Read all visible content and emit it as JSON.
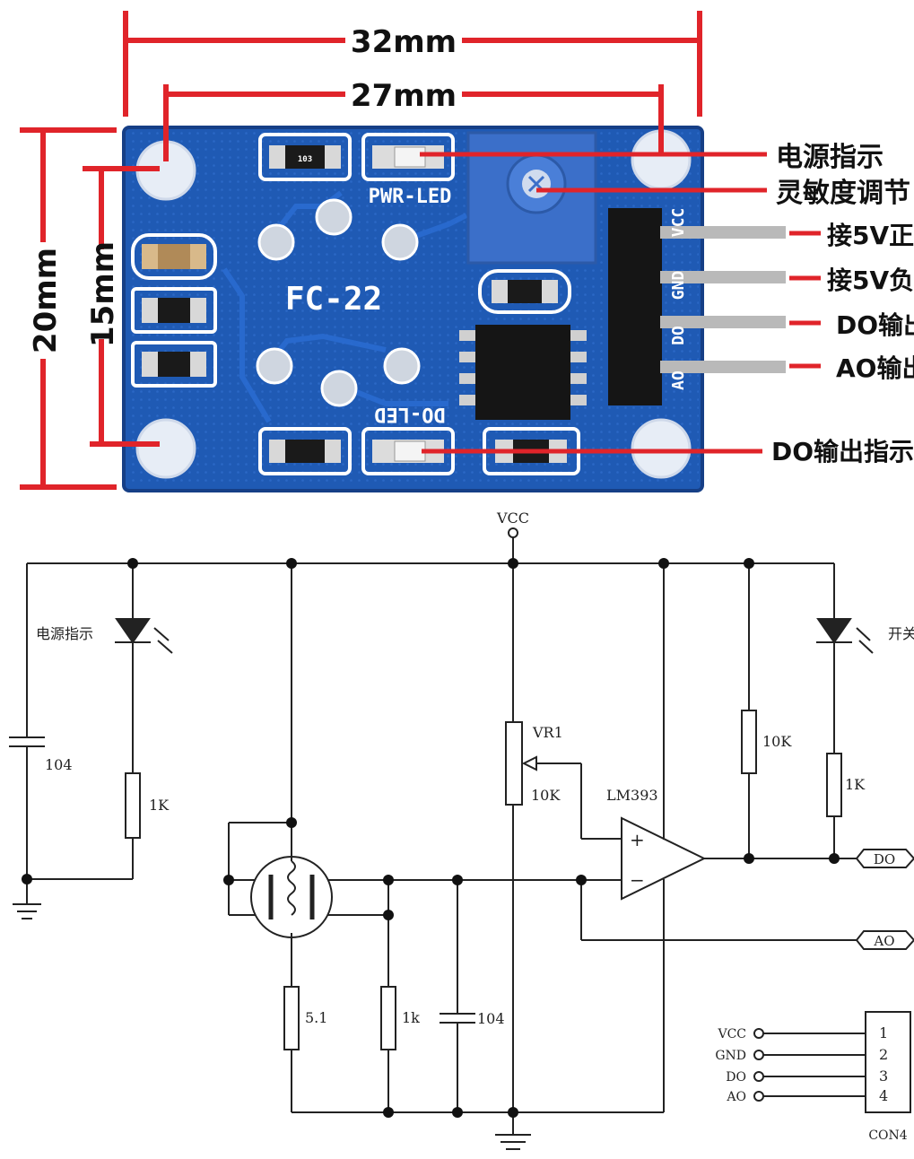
{
  "dimensions": {
    "width_32": "32mm",
    "width_27": "27mm",
    "height_20": "20mm",
    "height_15": "15mm"
  },
  "board": {
    "model": "FC-22",
    "pwr_led_label": "PWR-LED",
    "do_led_label": "DO-LED",
    "smd_code": "103",
    "pin_labels": [
      "VCC",
      "GND",
      "DO",
      "AO"
    ]
  },
  "callouts": [
    {
      "text": "电源指示"
    },
    {
      "text": "灵敏度调节"
    },
    {
      "text": "接5V正"
    },
    {
      "text": "接5V负"
    },
    {
      "text": "DO输出"
    },
    {
      "text": "AO输出"
    },
    {
      "text": "DO输出指示"
    }
  ],
  "schematic": {
    "vcc": "VCC",
    "power_led_label": "电源指示",
    "switch_led_label": "开关",
    "c1": "104",
    "r_led1": "1K",
    "r_sensor": "5.1",
    "r_load": "1k",
    "c2": "104",
    "pot_name": "VR1",
    "pot_value": "10K",
    "comparator": "LM393",
    "r_pullup": "10K",
    "r_led2": "1K",
    "out_do": "DO",
    "out_ao": "AO",
    "plus": "+",
    "minus": "−",
    "connector": {
      "name": "CON4",
      "pins": [
        {
          "name": "VCC",
          "num": "1"
        },
        {
          "name": "GND",
          "num": "2"
        },
        {
          "name": "DO",
          "num": "3"
        },
        {
          "name": "AO",
          "num": "4"
        }
      ]
    }
  },
  "colors": {
    "pcb": "#1f5ab4",
    "pcb_dark": "#163f86",
    "pot": "#3b6fc9",
    "dim_line": "#e0242a",
    "wire": "#222222"
  }
}
